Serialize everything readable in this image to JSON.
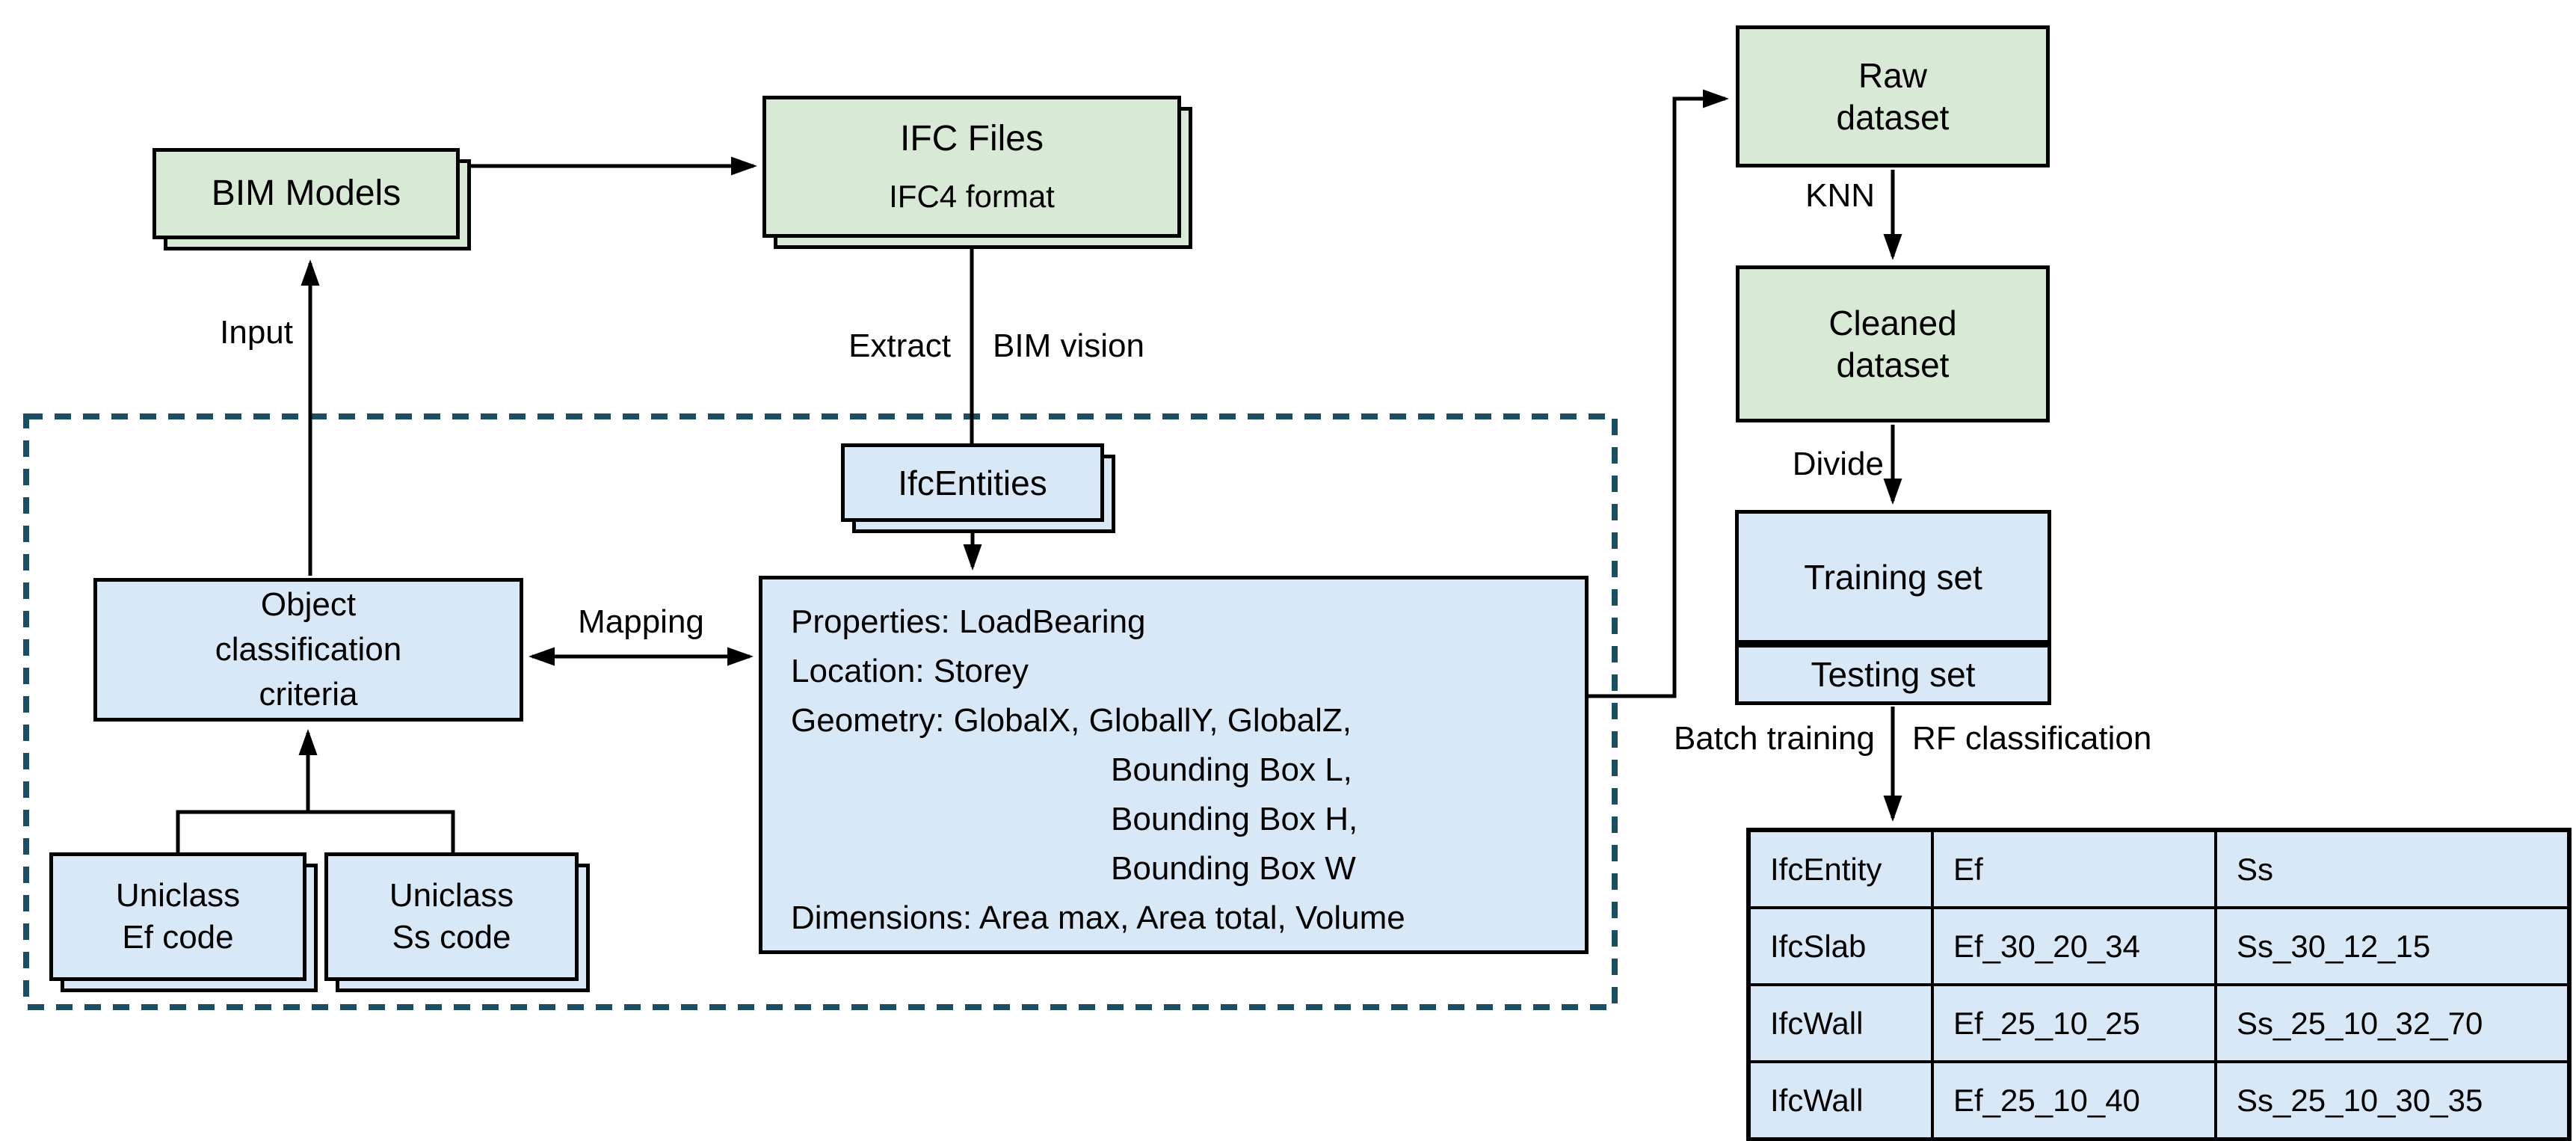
{
  "diagram": {
    "colors": {
      "background": "#ffffff",
      "green_fill": "#d8e9d5",
      "blue_fill": "#d9e8f7",
      "line": "#000000",
      "boundary_dash": "#1b4e63"
    },
    "nodes": {
      "bim_models": {
        "label": "BIM Models"
      },
      "ifc_files": {
        "title": "IFC Files",
        "subtitle": "IFC4 format"
      },
      "ifc_entities": {
        "label": "IfcEntities"
      },
      "object_criteria": {
        "line1": "Object",
        "line2": "classification",
        "line3": "criteria"
      },
      "properties": {
        "lines": [
          "Properties: LoadBearing",
          "Location: Storey",
          "Geometry: GlobalX, GloballY, GlobalZ,",
          "Bounding Box L,",
          "Bounding Box H,",
          "Bounding Box W",
          "Dimensions: Area max, Area total, Volume"
        ]
      },
      "uniclass_ef": {
        "line1": "Uniclass",
        "line2": "Ef code"
      },
      "uniclass_ss": {
        "line1": "Uniclass",
        "line2": "Ss code"
      },
      "raw_dataset": {
        "line1": "Raw",
        "line2": "dataset"
      },
      "cleaned_dataset": {
        "line1": "Cleaned",
        "line2": "dataset"
      },
      "training_set": {
        "label": "Training set"
      },
      "testing_set": {
        "label": "Testing set"
      }
    },
    "edge_labels": {
      "input": "Input",
      "extract": "Extract",
      "bim_vision": "BIM vision",
      "mapping": "Mapping",
      "knn": "KNN",
      "divide": "Divide",
      "batch_training": "Batch training",
      "rf_classification": "RF classification"
    },
    "table": {
      "headers": [
        "IfcEntity",
        "Ef",
        "Ss"
      ],
      "rows": [
        [
          "IfcSlab",
          "Ef_30_20_34",
          "Ss_30_12_15"
        ],
        [
          "IfcWall",
          "Ef_25_10_25",
          "Ss_25_10_32_70"
        ],
        [
          "IfcWall",
          "Ef_25_10_40",
          "Ss_25_10_30_35"
        ]
      ]
    }
  }
}
